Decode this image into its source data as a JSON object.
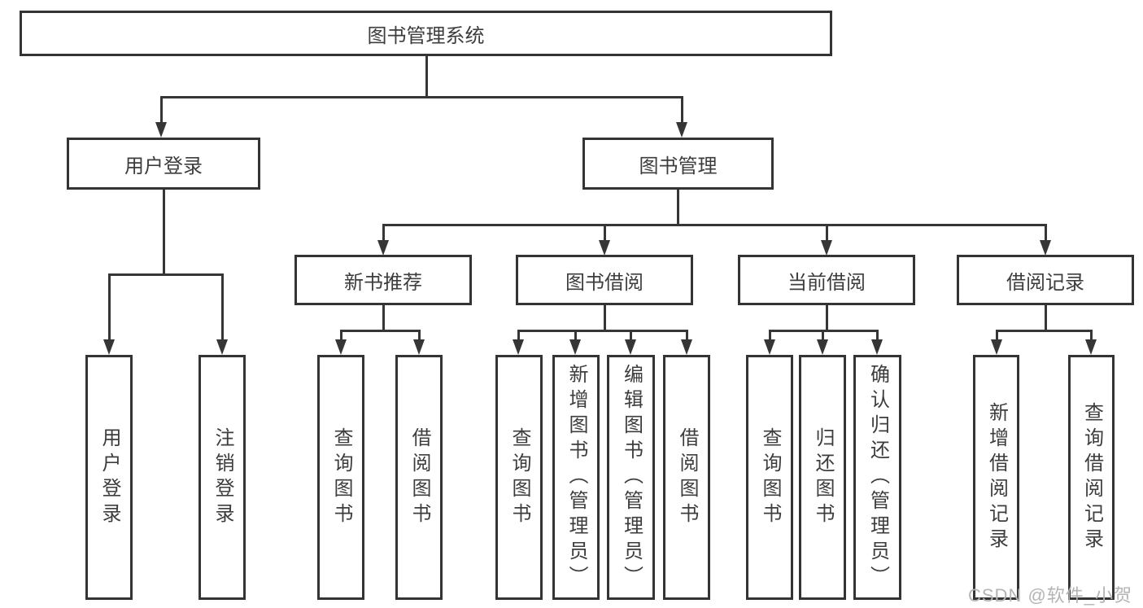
{
  "tree": {
    "label": "图书管理系统",
    "children": [
      {
        "label": "用户登录",
        "children": [
          {
            "label": "用户登录"
          },
          {
            "label": "注销登录"
          }
        ]
      },
      {
        "label": "图书管理",
        "children": [
          {
            "label": "新书推荐",
            "children": [
              {
                "label": "查询图书"
              },
              {
                "label": "借阅图书"
              }
            ]
          },
          {
            "label": "图书借阅",
            "children": [
              {
                "label": "查询图书"
              },
              {
                "label": "新增图书（管理员）"
              },
              {
                "label": "编辑图书（管理员）"
              },
              {
                "label": "借阅图书"
              }
            ]
          },
          {
            "label": "当前借阅",
            "children": [
              {
                "label": "查询图书"
              },
              {
                "label": "归还图书"
              },
              {
                "label": "确认归还（管理员）"
              }
            ]
          },
          {
            "label": "借阅记录",
            "children": [
              {
                "label": "新增借阅记录"
              },
              {
                "label": "查询借阅记录"
              }
            ]
          }
        ]
      }
    ]
  },
  "watermark": {
    "text": "CSDN @软件_小贺同学"
  },
  "colors": {
    "background": "#ffffff",
    "line": "#363636",
    "box_border": "#343434",
    "box_text": "#3d3d3d",
    "watermark_text": "#b4b4b4"
  }
}
